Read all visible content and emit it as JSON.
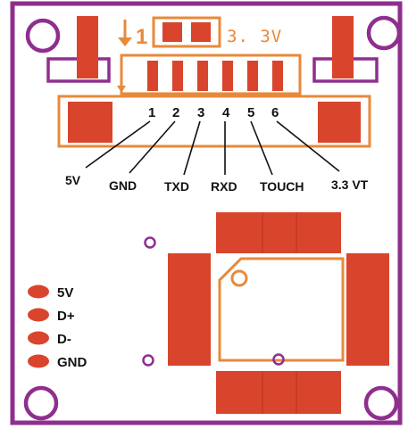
{
  "board": {
    "colors": {
      "outline": "#8e2f8e",
      "copper": "#d9452c",
      "silk": "#e8893a",
      "text": "#111111"
    },
    "voltage_label": "3. 3V",
    "pin1_marker": "1"
  },
  "connector": {
    "pin_numbers": [
      "1",
      "2",
      "3",
      "4",
      "5",
      "6"
    ],
    "signals": [
      "5V",
      "GND",
      "TXD",
      "RXD",
      "TOUCH",
      "3.3 VT"
    ]
  },
  "legend": {
    "items": [
      "5V",
      "D+",
      "D-",
      "GND"
    ]
  }
}
